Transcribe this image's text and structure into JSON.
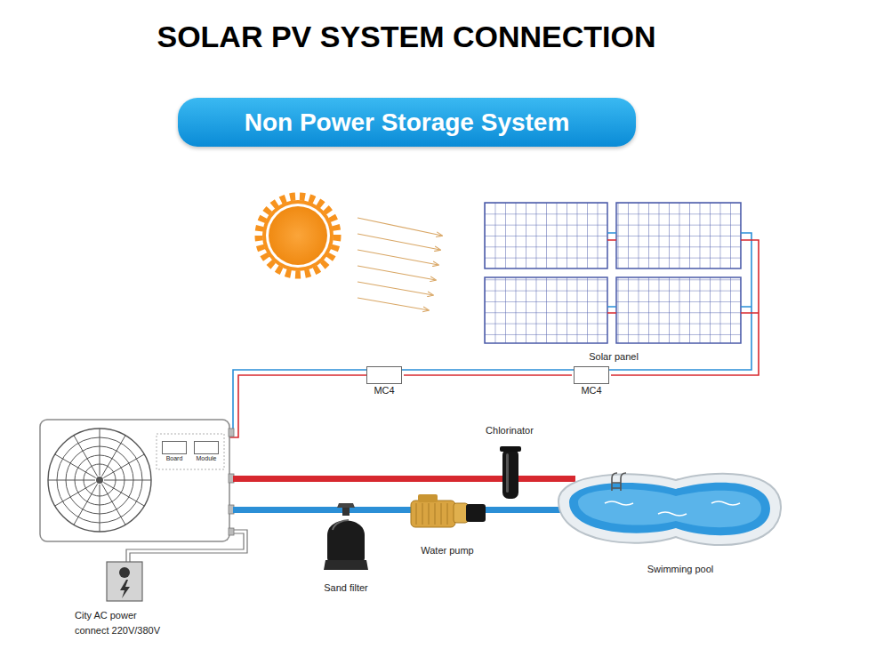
{
  "diagram": {
    "title": "SOLAR PV SYSTEM CONNECTION",
    "nodes": [
      {
        "text": [
          "Non Power Storage System"
        ]
      },
      {
        "text": [
          "Solar panel"
        ]
      },
      {
        "text": [
          "MC4"
        ]
      },
      {
        "text": [
          "MC4"
        ]
      },
      {
        "text": [
          "Board"
        ]
      },
      {
        "text": [
          "Module"
        ]
      }
    ],
    "edges": [
      {
        "from": 1,
        "to": 3,
        "arrow": "none"
      },
      {
        "from": 3,
        "to": 2,
        "arrow": "none"
      }
    ],
    "labels": [
      "Chlorinator",
      "Sand filter",
      "Water pump",
      "Swimming pool",
      "City AC power connect 220V/380V"
    ]
  }
}
